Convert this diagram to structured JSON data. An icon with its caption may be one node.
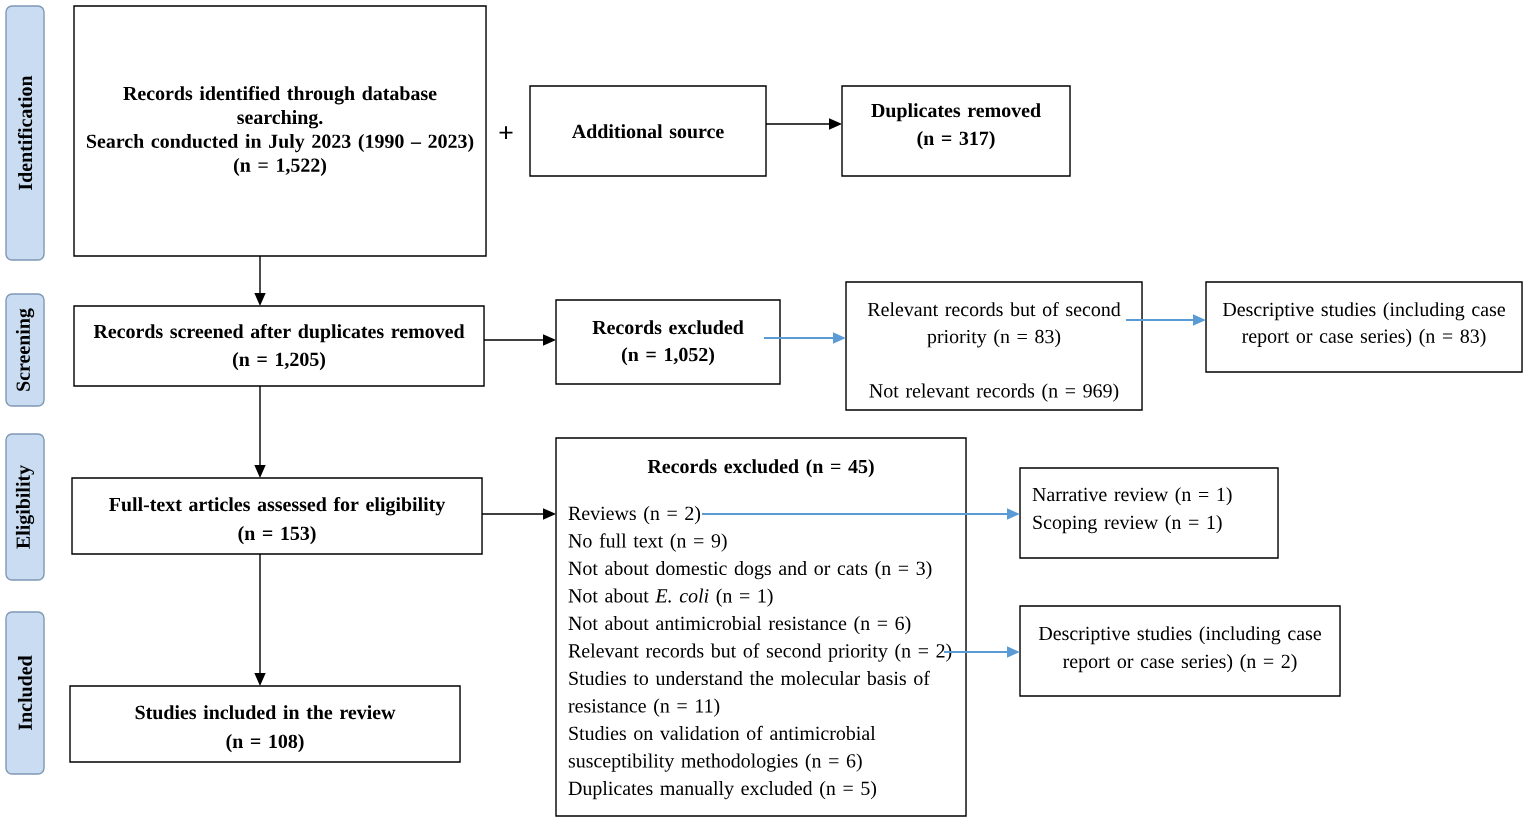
{
  "diagram": {
    "nodes": [
      {
        "text": [
          "Identification"
        ]
      },
      {
        "text": [
          "Records identified through database searching.",
          "Search conducted in July 2023 (1990 – 2023)",
          "(n = 1,522)"
        ]
      },
      {
        "text": [
          "Additional source"
        ]
      },
      {
        "text": [
          "Duplicates removed",
          "(n = 317)"
        ]
      },
      {
        "text": [
          "Screening"
        ]
      },
      {
        "text": [
          "Records screened after duplicates removed",
          "(n = 1,205)"
        ]
      },
      {
        "text": [
          "Records excluded",
          "(n = 1,052)"
        ]
      },
      {
        "text": [
          "Relevant records but of second priority (n = 83)",
          "Not relevant records (n = 969)"
        ]
      },
      {
        "text": [
          "Descriptive studies (including case report or case series) (n = 83)"
        ]
      },
      {
        "text": [
          "Eligibility"
        ]
      },
      {
        "text": [
          "Full-text articles assessed for eligibility",
          "(n = 153)"
        ]
      },
      {
        "text": [
          "Records excluded (n = 45)",
          "Reviews (n = 2)",
          "No full text (n = 9)",
          "Not about domestic dogs and or cats (n = 3)",
          "Not about *E. coli* (n = 1)",
          "Not about antimicrobial resistance (n = 6)",
          "Relevant records but of second priority (n = 2)",
          "Studies to understand the molecular basis of resistance (n = 11)",
          "Studies on validation of antimicrobial susceptibility methodologies (n = 6)",
          "Duplicates manually excluded (n = 5)"
        ]
      },
      {
        "text": [
          "Narrative review (n = 1)",
          "Scoping review (n = 1)"
        ]
      },
      {
        "text": [
          "Descriptive studies (including case report or case series) (n = 2)"
        ]
      },
      {
        "text": [
          "Included"
        ]
      },
      {
        "text": [
          "Studies included in the review",
          "(n = 108)"
        ]
      }
    ],
    "edges": [
      {
        "from": 1,
        "to": 5,
        "arrow": "to"
      },
      {
        "from": 2,
        "to": 3,
        "arrow": "to"
      },
      {
        "from": 5,
        "to": 6,
        "arrow": "to"
      },
      {
        "from": 6,
        "to": 7,
        "arrow": "to",
        "color": "#5b9bd5"
      },
      {
        "from": 7,
        "to": 8,
        "arrow": "to",
        "color": "#5b9bd5"
      },
      {
        "from": 5,
        "to": 10,
        "arrow": "to"
      },
      {
        "from": 10,
        "to": 11,
        "arrow": "to"
      },
      {
        "from": 11,
        "to": 12,
        "arrow": "to",
        "color": "#5b9bd5"
      },
      {
        "from": 11,
        "to": 13,
        "arrow": "to",
        "color": "#5b9bd5"
      },
      {
        "from": 10,
        "to": 15,
        "arrow": "to"
      }
    ],
    "labels": [
      "+"
    ]
  }
}
